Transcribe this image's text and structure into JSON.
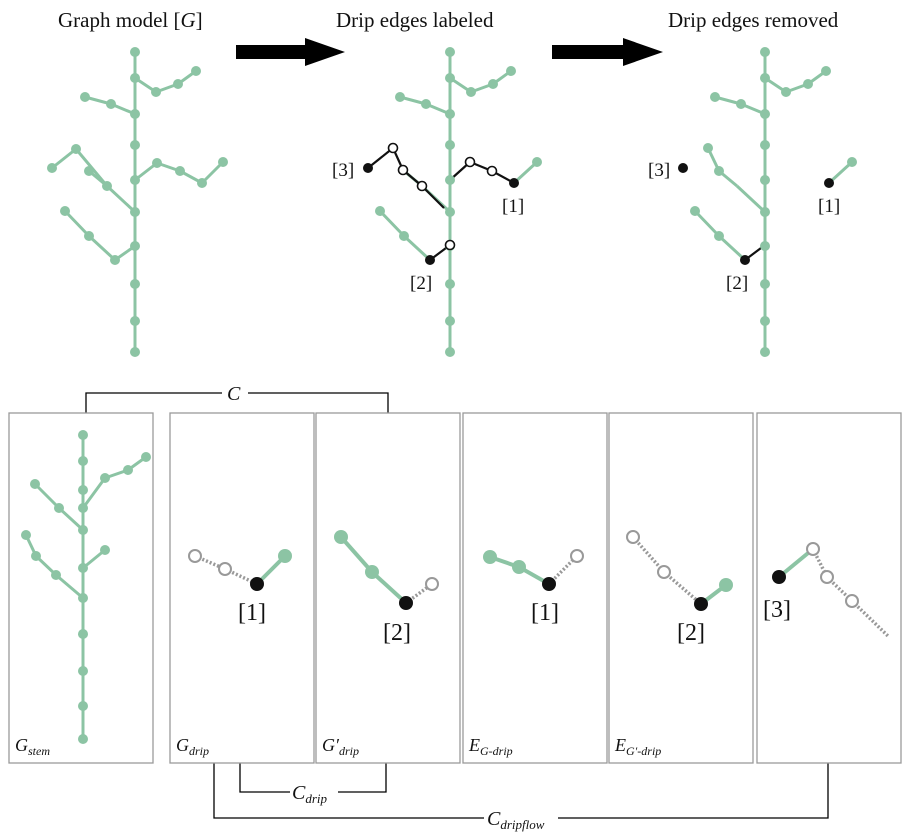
{
  "titles": {
    "graph_model": "Graph model [",
    "graph_model_var": "G",
    "graph_model_end": "]",
    "drip_labeled": "Drip edges labeled",
    "drip_removed": "Drip edges removed"
  },
  "labels": {
    "l1": "[1]",
    "l2": "[2]",
    "l3": "[3]"
  },
  "panels": [
    {
      "main": "G",
      "sub": "stem",
      "prime": ""
    },
    {
      "main": "G",
      "sub": "drip",
      "prime": ""
    },
    {
      "main": "G",
      "sub": "drip",
      "prime": "′"
    },
    {
      "main": "E",
      "sub": "G-drip",
      "prime": ""
    },
    {
      "main": "E",
      "sub": "G′-drip",
      "prime": ""
    },
    {
      "main": "",
      "sub": "",
      "prime": ""
    }
  ],
  "brackets": {
    "c": "C",
    "c_drip_main": "C",
    "c_drip_sub": "drip",
    "c_dripflow_main": "C",
    "c_dripflow_sub": "dripflow"
  },
  "colors": {
    "node": "#8cc4a4",
    "edge": "#8cc4a4",
    "drip": "#111111",
    "hollow": "#999999",
    "panel_border": "#9a9a9a",
    "arrow": "#000000"
  }
}
